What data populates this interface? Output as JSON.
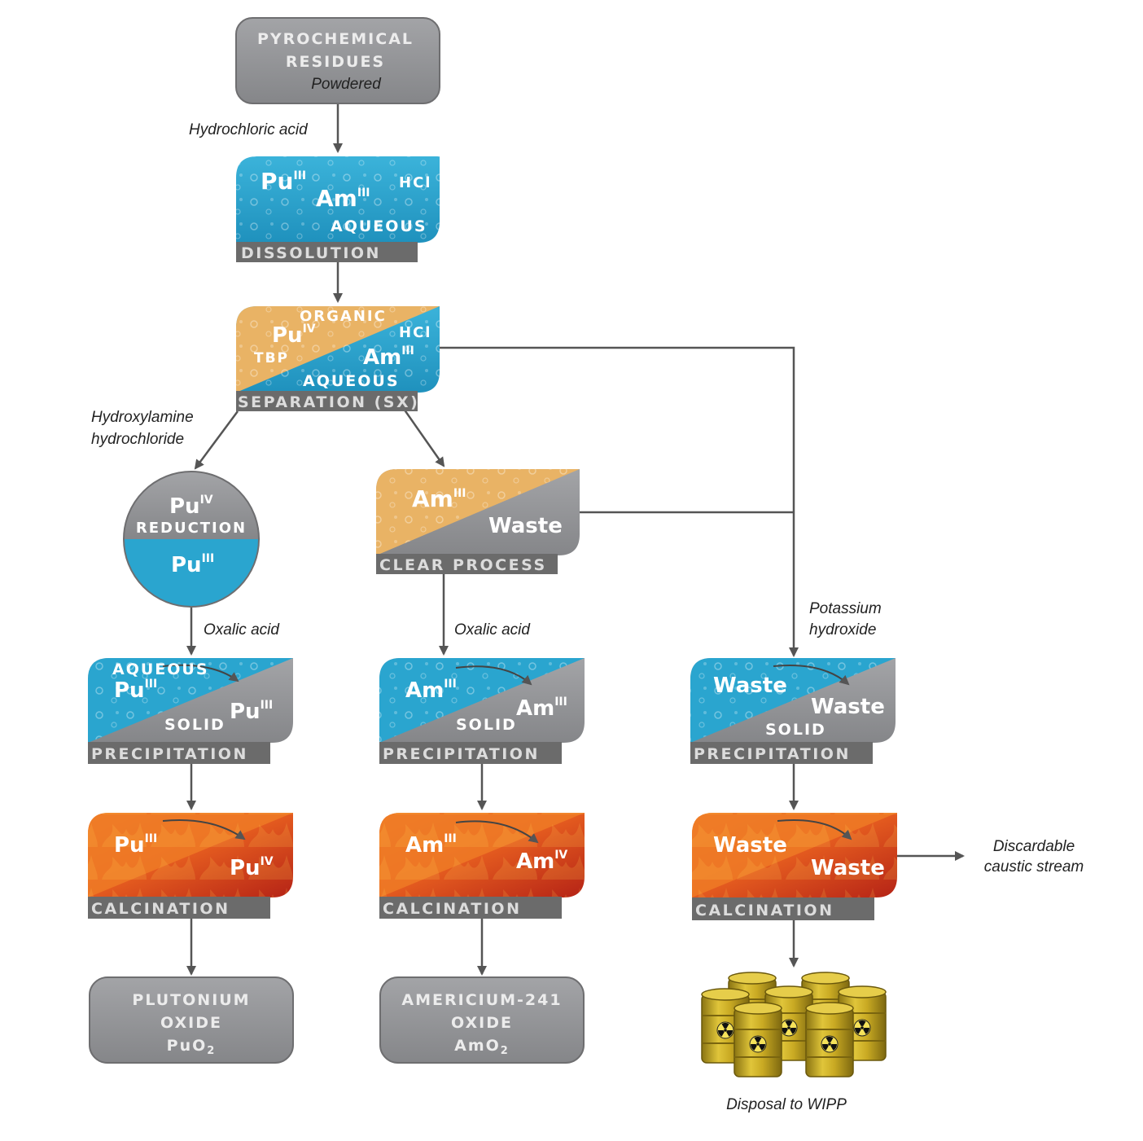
{
  "colors": {
    "aqueous": "#2aa5cf",
    "organic": "#e9b365",
    "solid": "#8f9093",
    "flame_top": "#f07a25",
    "flame_bottom": "#c52c1a",
    "label_bar": "#6b6b6b",
    "terminal": "#8f9093",
    "arrow": "#555555"
  },
  "start": {
    "line1": "PYROCHEMICAL",
    "line2": "RESIDUES",
    "sub": "Powdered"
  },
  "reagents": {
    "hcl_acid": "Hydrochloric acid",
    "hydroxylamine_1": "Hydroxylamine",
    "hydroxylamine_2": "hydrochloride",
    "oxalic_left": "Oxalic acid",
    "oxalic_mid": "Oxalic acid",
    "koh_1": "Potassium",
    "koh_2": "hydroxide"
  },
  "dissolution": {
    "label": "DISSOLUTION",
    "pu": "Pu",
    "pu_ox": "III",
    "am": "Am",
    "am_ox": "III",
    "hcl": "HCl",
    "aqueous": "AQUEOUS"
  },
  "separation": {
    "label": "SEPARATION (SX)",
    "organic": "ORGANIC",
    "pu": "Pu",
    "pu_ox": "IV",
    "tbp": "TBP",
    "hcl": "HCl",
    "am": "Am",
    "am_ox": "III",
    "aqueous": "AQUEOUS"
  },
  "reduction": {
    "pu_top": "Pu",
    "pu_top_ox": "IV",
    "label": "REDUCTION",
    "pu_bottom": "Pu",
    "pu_bottom_ox": "III"
  },
  "clear": {
    "label": "CLEAR PROCESS",
    "am": "Am",
    "am_ox": "III",
    "waste": "Waste"
  },
  "precip_left": {
    "label": "PRECIPITATION",
    "aqueous": "AQUEOUS",
    "pu1": "Pu",
    "pu1_ox": "III",
    "pu2": "Pu",
    "pu2_ox": "III",
    "solid": "SOLID"
  },
  "precip_mid": {
    "label": "PRECIPITATION",
    "am1": "Am",
    "am1_ox": "III",
    "am2": "Am",
    "am2_ox": "III",
    "solid": "SOLID"
  },
  "precip_right": {
    "label": "PRECIPITATION",
    "waste1": "Waste",
    "waste2": "Waste",
    "solid": "SOLID"
  },
  "calc_left": {
    "label": "CALCINATION",
    "pu1": "Pu",
    "pu1_ox": "III",
    "pu2": "Pu",
    "pu2_ox": "IV"
  },
  "calc_mid": {
    "label": "CALCINATION",
    "am1": "Am",
    "am1_ox": "III",
    "am2": "Am",
    "am2_ox": "IV"
  },
  "calc_right": {
    "label": "CALCINATION",
    "waste1": "Waste",
    "waste2": "Waste"
  },
  "end_left": {
    "line1": "PLUTONIUM",
    "line2": "OXIDE",
    "formula": "PuO",
    "sub": "2"
  },
  "end_mid": {
    "line1": "AMERICIUM-241",
    "line2": "OXIDE",
    "formula": "AmO",
    "sub": "2"
  },
  "caustic": {
    "line1": "Discardable",
    "line2": "caustic stream"
  },
  "disposal": "Disposal to WIPP",
  "barrel_icon": "radioactive-waste-barrels-icon"
}
